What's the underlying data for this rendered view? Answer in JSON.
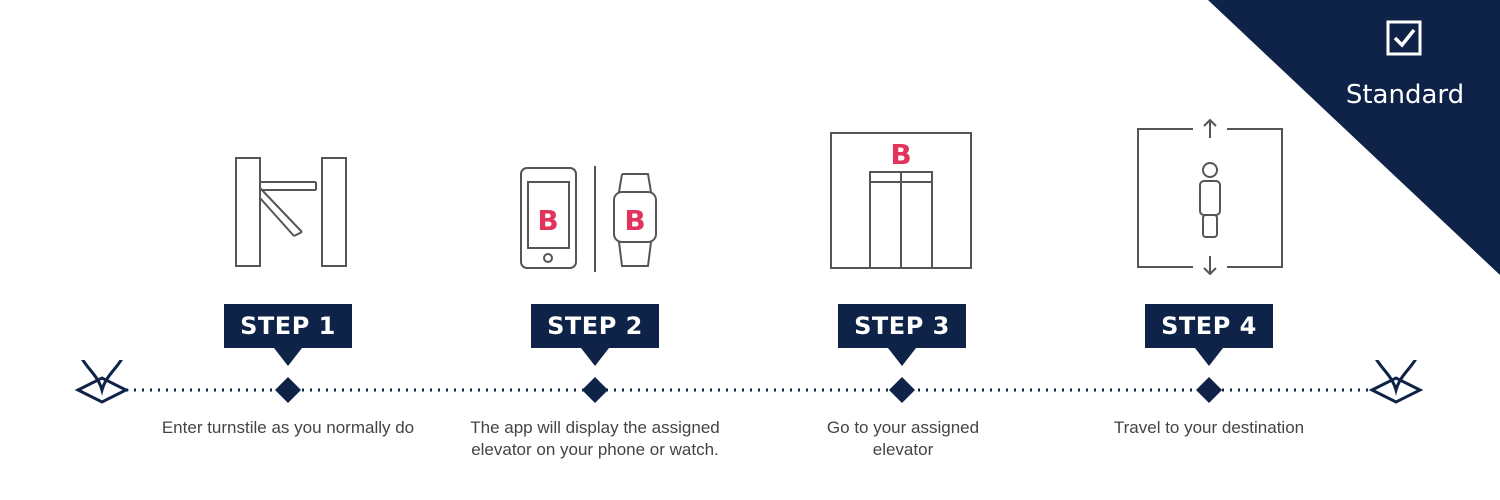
{
  "badge": {
    "label": "Standard",
    "icon": "checkbox-checked-icon",
    "color": "#0e2347"
  },
  "accent_color": "#e0345d",
  "steps": [
    {
      "label": "STEP 1",
      "description": "Enter turnstile as you normally do",
      "icon": "turnstile-icon"
    },
    {
      "label": "STEP 2",
      "description": "The app will display the assigned elevator on your phone or watch.",
      "icon": "phone-and-watch-icon"
    },
    {
      "label": "STEP 3",
      "description": "Go to your assigned elevator",
      "icon": "elevator-icon"
    },
    {
      "label": "STEP 4",
      "description": "Travel to your destination",
      "icon": "elevator-travel-icon"
    }
  ],
  "elevator_letter": "B"
}
